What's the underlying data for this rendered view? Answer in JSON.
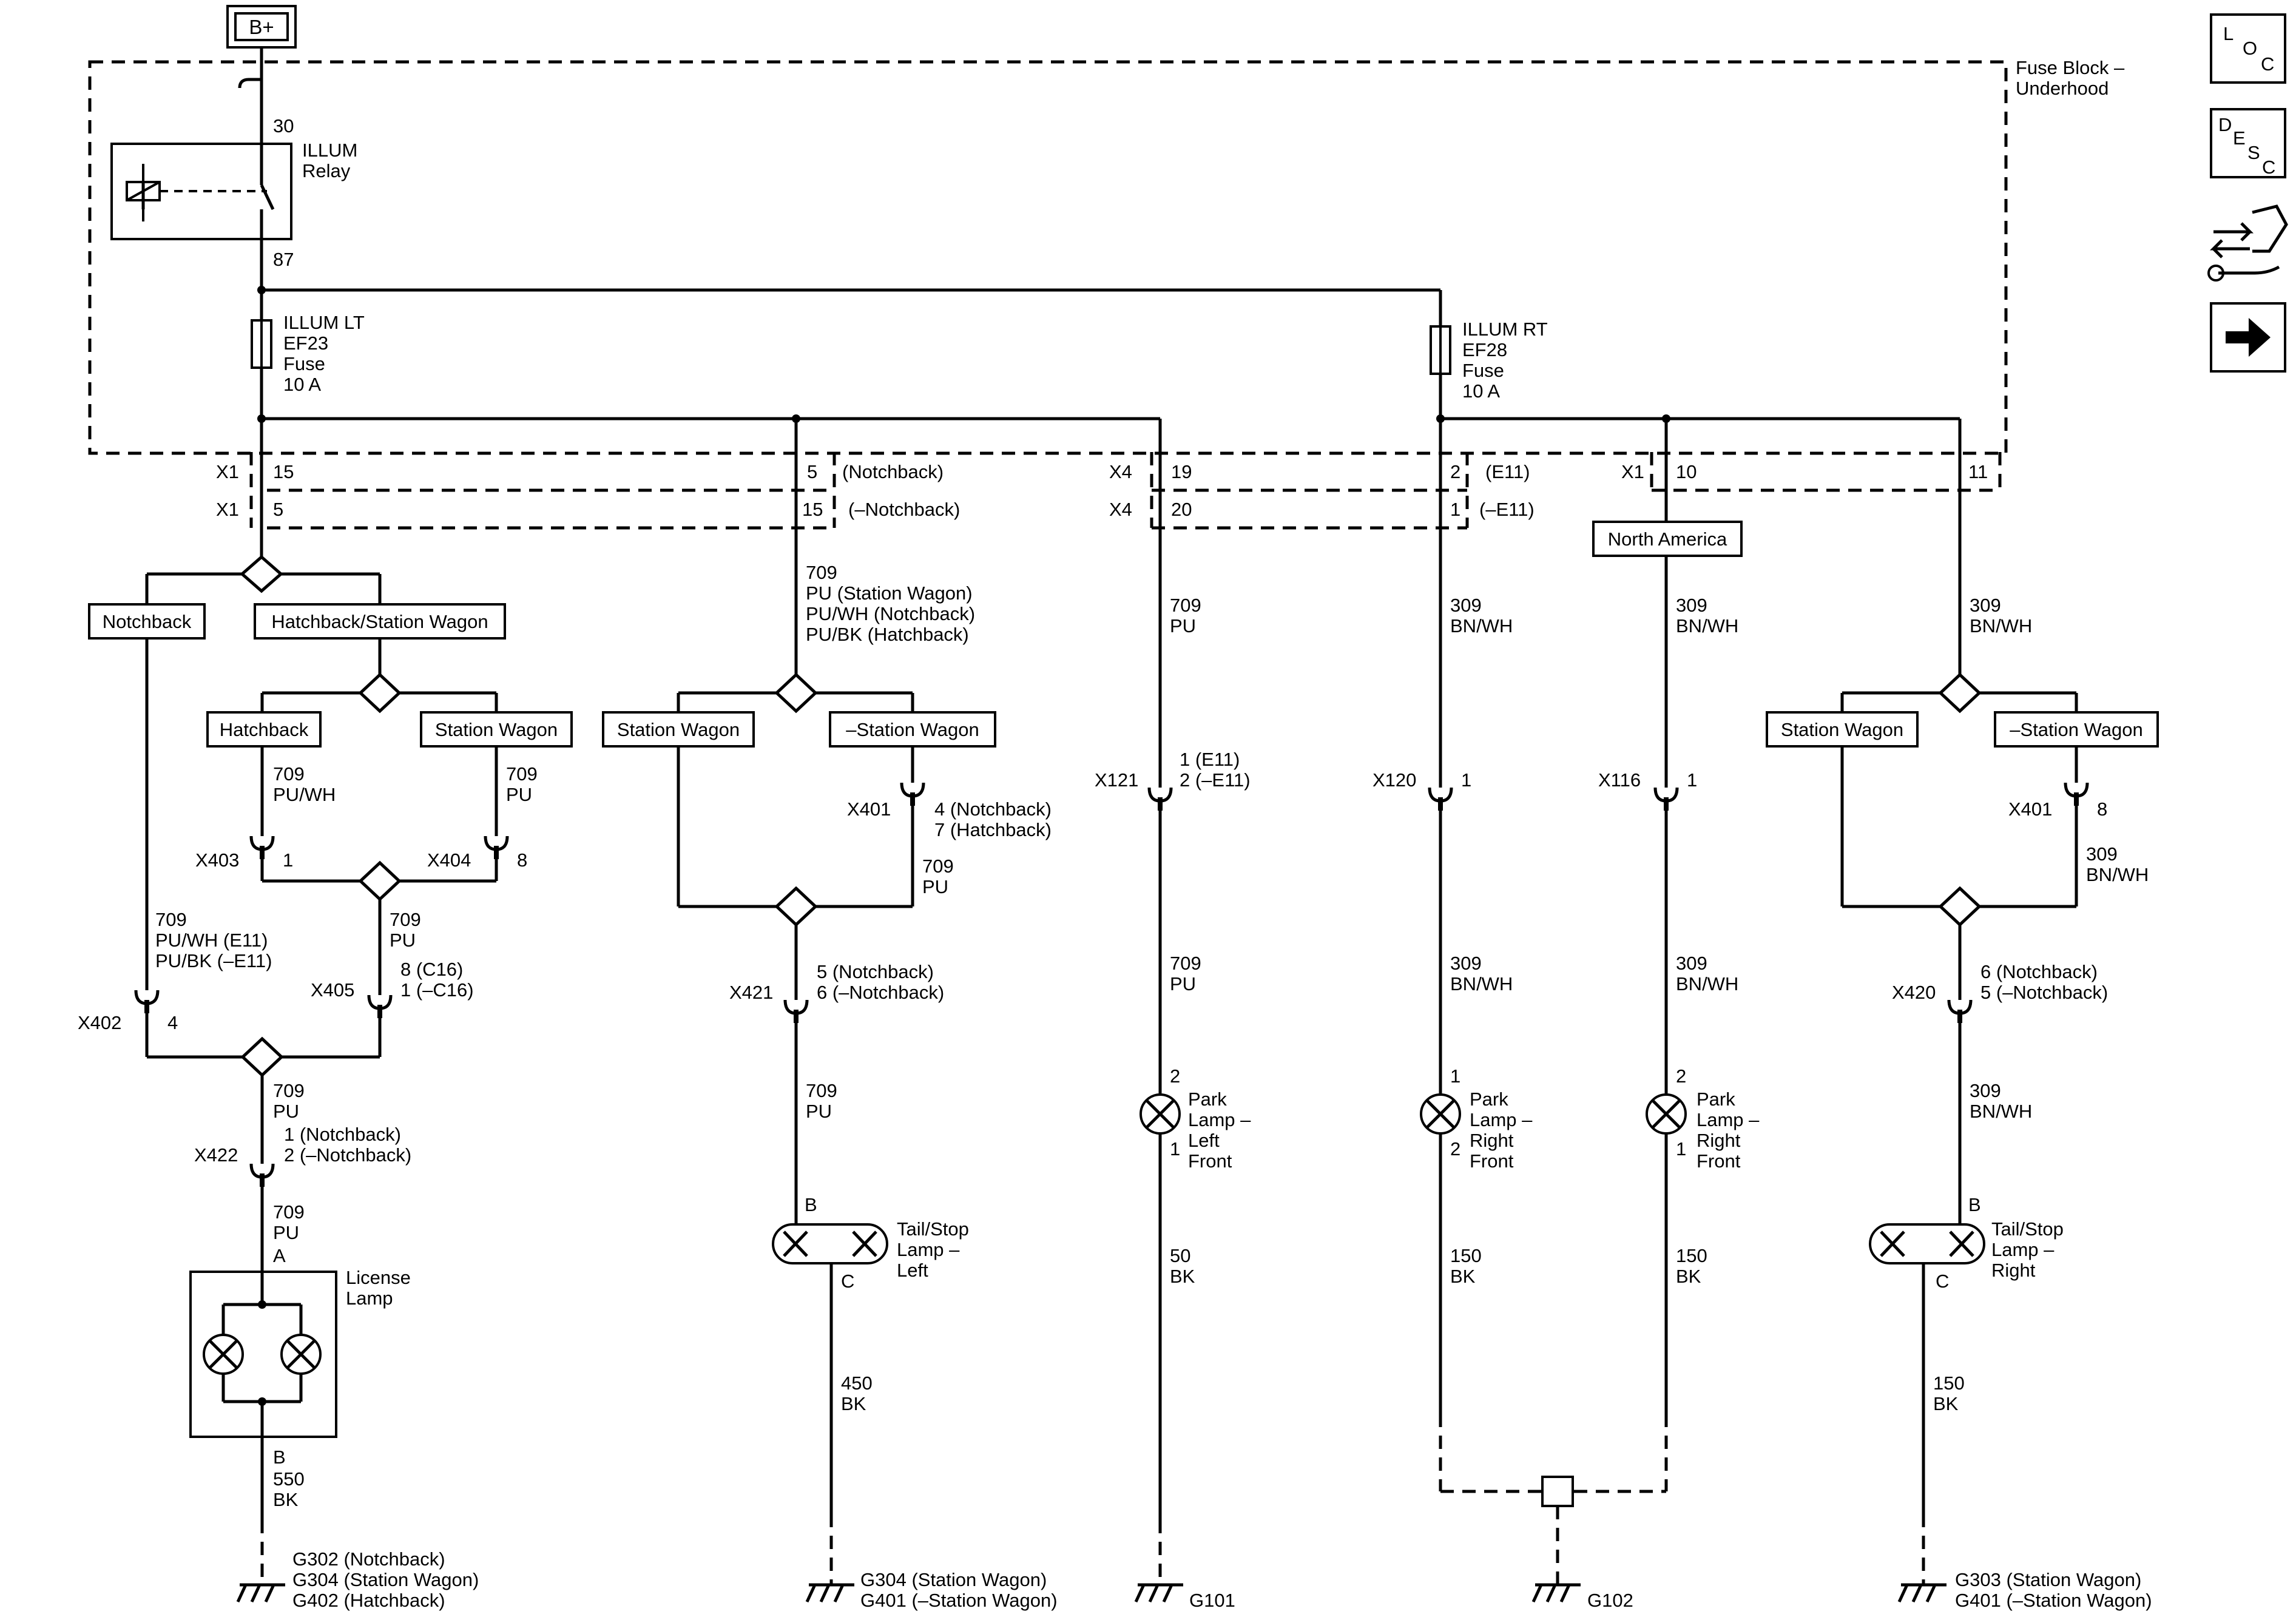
{
  "supply": {
    "bplus": "B+"
  },
  "fuse_block": {
    "line1": "Fuse Block –",
    "line2": "Underhood"
  },
  "relay": {
    "name1": "ILLUM",
    "name2": "Relay",
    "pin_in": "30",
    "pin_out": "87"
  },
  "fuses": {
    "lt": [
      "ILLUM LT",
      "EF23",
      "Fuse",
      "10 A"
    ],
    "rt": [
      "ILLUM RT",
      "EF28",
      "Fuse",
      "10 A"
    ]
  },
  "connectors_top": {
    "x1a": "X1",
    "x1b": "X1",
    "x4a": "X4",
    "x4b": "X4",
    "x1c": "X1",
    "p15": "15",
    "p5": "5",
    "p5b": "5",
    "notchback": "(Notchback)",
    "p15b": "15",
    "minus_notchback": "(–Notchback)",
    "p19": "19",
    "p20": "20",
    "p2": "2",
    "e11": "(E11)",
    "p1": "1",
    "minus_e11": "(–E11)",
    "p10": "10",
    "p11": "11"
  },
  "options": {
    "notchback": "Notchback",
    "hatch_sw": "Hatchback/Station Wagon",
    "hatchback": "Hatchback",
    "station_wagon": "Station Wagon",
    "station_wagon_b": "Station Wagon",
    "minus_station_wagon": "–Station Wagon",
    "station_wagon_c": "Station Wagon",
    "minus_station_wagon_c": "–Station Wagon",
    "north_america": "North America"
  },
  "wires": {
    "w709_sw": [
      "709",
      "PU (Station Wagon)",
      "PU/WH (Notchback)",
      "PU/BK (Hatchback)"
    ],
    "w709_pu": [
      "709",
      "PU"
    ],
    "w309_bnwh": [
      "309",
      "BN/WH"
    ],
    "w709_puwh": [
      "709",
      "PU/WH"
    ],
    "w709_e11": [
      "709",
      "PU/WH (E11)",
      "PU/BK (–E11)"
    ],
    "w550": [
      "550",
      "BK"
    ],
    "w450": [
      "450",
      "BK"
    ],
    "w50": [
      "50",
      "BK"
    ],
    "w150": [
      "150",
      "BK"
    ]
  },
  "connectors": {
    "x403": "X403",
    "x403_pin": "1",
    "x404": "X404",
    "x404_pin": "8",
    "x405": "X405",
    "x405_pins": [
      "8 (C16)",
      "1 (–C16)"
    ],
    "x402": "X402",
    "x402_pin": "4",
    "x422": "X422",
    "x422_pins": [
      "1 (Notchback)",
      "2 (–Notchback)"
    ],
    "x401": "X401",
    "x401_pins": [
      "4 (Notchback)",
      "7 (Hatchback)"
    ],
    "x421": "X421",
    "x421_pins": [
      "5 (Notchback)",
      "6 (–Notchback)"
    ],
    "x121": "X121",
    "x121_pins": [
      "1 (E11)",
      "2 (–E11)"
    ],
    "x120": "X120",
    "x120_pin": "1",
    "x116": "X116",
    "x116_pin": "1",
    "x401r": "X401",
    "x401r_pin": "8",
    "x420": "X420",
    "x420_pins": [
      "6 (Notchback)",
      "5 (–Notchback)"
    ]
  },
  "lamps": {
    "license": {
      "name": [
        "License",
        "Lamp"
      ],
      "pin_a": "A",
      "pin_b": "B"
    },
    "tail_left": {
      "name": [
        "Tail/Stop",
        "Lamp –",
        "Left"
      ],
      "pin_b": "B",
      "pin_c": "C"
    },
    "tail_right": {
      "name": [
        "Tail/Stop",
        "Lamp –",
        "Right"
      ],
      "pin_b": "B",
      "pin_c": "C"
    },
    "park_lf": {
      "name": [
        "Park",
        "Lamp –",
        "Left",
        "Front"
      ],
      "pin_top": "2",
      "pin_bot": "1"
    },
    "park_rf1": {
      "name": [
        "Park",
        "Lamp –",
        "Right",
        "Front"
      ],
      "pin_top": "1",
      "pin_bot": "2"
    },
    "park_rf2": {
      "name": [
        "Park",
        "Lamp –",
        "Right",
        "Front"
      ],
      "pin_top": "2",
      "pin_bot": "1"
    }
  },
  "grounds": {
    "g_license": [
      "G302 (Notchback)",
      "G304 (Station Wagon)",
      "G402 (Hatchback)"
    ],
    "g_tail_left": [
      "G304 (Station Wagon)",
      "G401 (–Station Wagon)"
    ],
    "g101": "G101",
    "g102": "G102",
    "g_tail_right": [
      "G303 (Station Wagon)",
      "G401 (–Station Wagon)"
    ]
  },
  "nav": {
    "loc": [
      "L",
      "O",
      "C"
    ],
    "desc": [
      "D",
      "E",
      "S",
      "C"
    ]
  }
}
